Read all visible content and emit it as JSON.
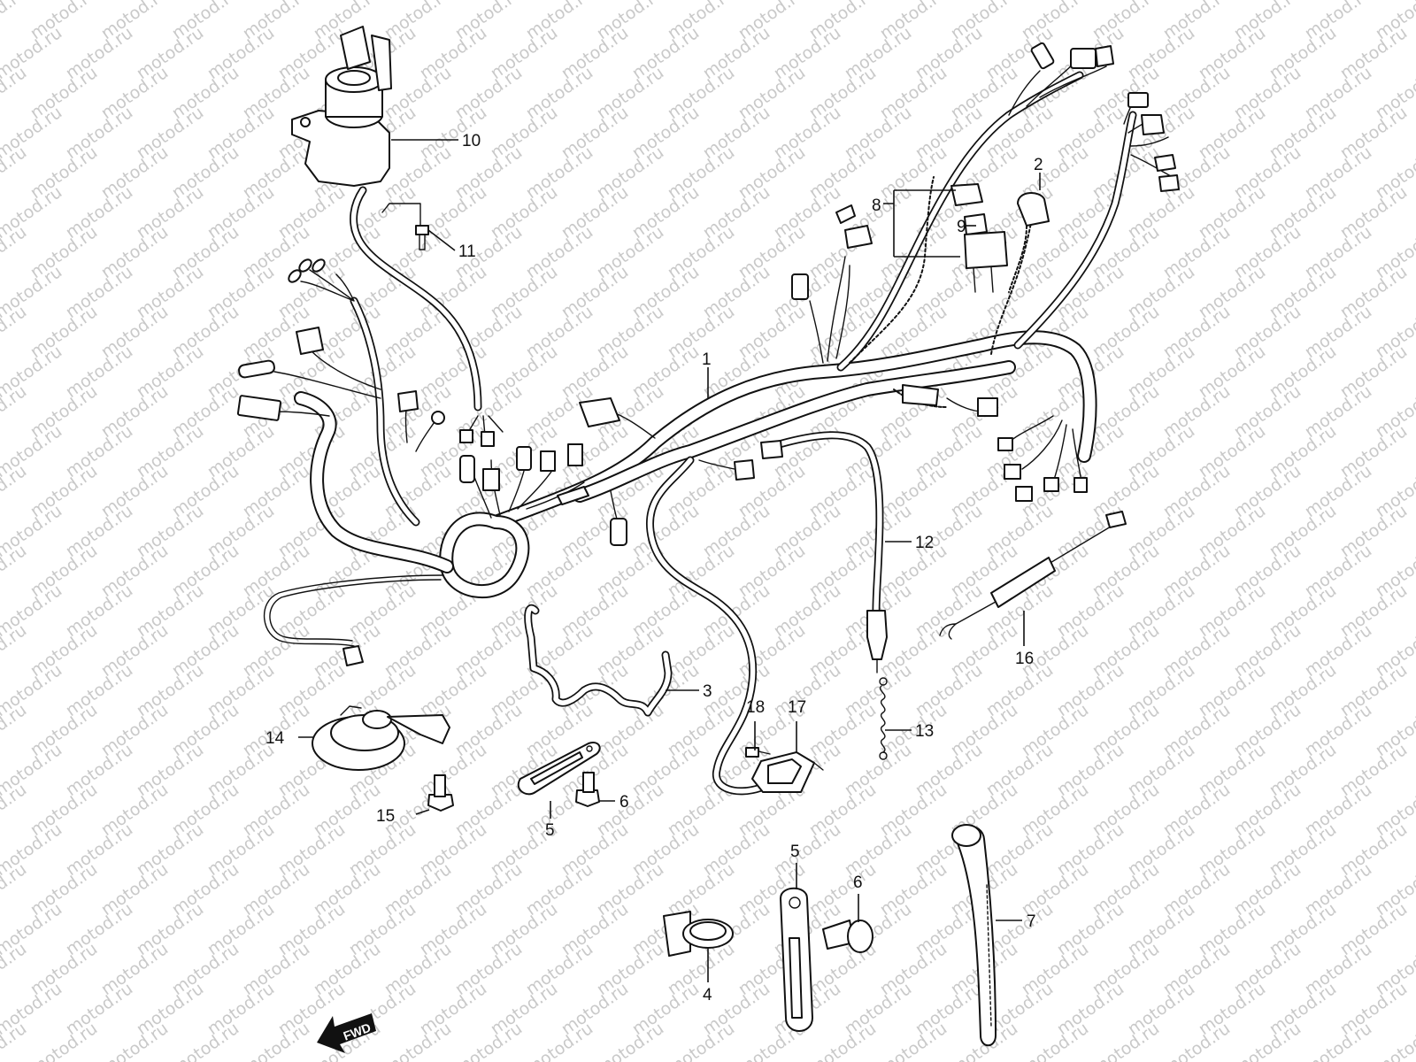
{
  "watermark": "motod.ru",
  "fwd_label": "FWD",
  "callouts": [
    {
      "id": "c1",
      "label": "1"
    },
    {
      "id": "c2",
      "label": "2"
    },
    {
      "id": "c3",
      "label": "3"
    },
    {
      "id": "c4",
      "label": "4"
    },
    {
      "id": "c5a",
      "label": "5"
    },
    {
      "id": "c5b",
      "label": "5"
    },
    {
      "id": "c6a",
      "label": "6"
    },
    {
      "id": "c6b",
      "label": "6"
    },
    {
      "id": "c7",
      "label": "7"
    },
    {
      "id": "c8",
      "label": "8"
    },
    {
      "id": "c9",
      "label": "9"
    },
    {
      "id": "c10",
      "label": "10"
    },
    {
      "id": "c11",
      "label": "11"
    },
    {
      "id": "c12",
      "label": "12"
    },
    {
      "id": "c13",
      "label": "13"
    },
    {
      "id": "c14",
      "label": "14"
    },
    {
      "id": "c15",
      "label": "15"
    },
    {
      "id": "c16",
      "label": "16"
    },
    {
      "id": "c17",
      "label": "17"
    },
    {
      "id": "c18",
      "label": "18"
    }
  ]
}
